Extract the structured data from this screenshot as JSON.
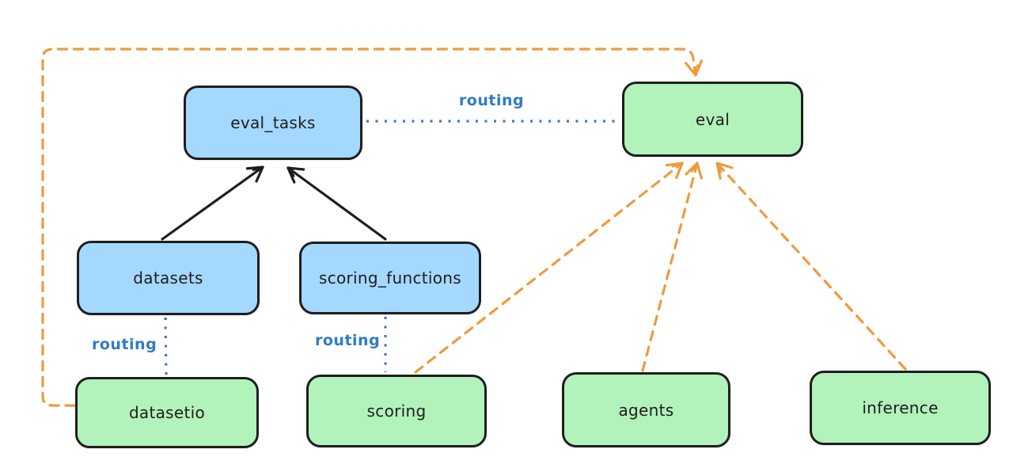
{
  "diagram": {
    "background": "#ffffff",
    "colors": {
      "node_border": "#1e1e1e",
      "blue_node_fill": "#a5d8ff",
      "green_node_fill": "#b2f2bb",
      "routing_blue": "#2f7cc3",
      "dotted_line_blue": "#4176c5",
      "dashed_line_orange": "#ee9b3d",
      "solid_line_black": "#1e1e1e"
    },
    "nodes": [
      {
        "id": "eval_tasks",
        "label": "eval_tasks",
        "color": "blue"
      },
      {
        "id": "eval",
        "label": "eval",
        "color": "green"
      },
      {
        "id": "datasets",
        "label": "datasets",
        "color": "blue"
      },
      {
        "id": "scoring_functions",
        "label": "scoring_functions",
        "color": "blue"
      },
      {
        "id": "datasetio",
        "label": "datasetio",
        "color": "green"
      },
      {
        "id": "scoring",
        "label": "scoring",
        "color": "green"
      },
      {
        "id": "agents",
        "label": "agents",
        "color": "green"
      },
      {
        "id": "inference",
        "label": "inference",
        "color": "green"
      }
    ],
    "edges": [
      {
        "from": "datasets",
        "to": "eval_tasks",
        "style": "solid",
        "color": "black",
        "arrow": "to",
        "label": ""
      },
      {
        "from": "scoring_functions",
        "to": "eval_tasks",
        "style": "solid",
        "color": "black",
        "arrow": "to",
        "label": ""
      },
      {
        "from": "eval_tasks",
        "to": "eval",
        "style": "dotted",
        "color": "blue",
        "arrow": "none",
        "label": "routing"
      },
      {
        "from": "datasets",
        "to": "datasetio",
        "style": "dotted",
        "color": "blue",
        "arrow": "none",
        "label": "routing"
      },
      {
        "from": "scoring_functions",
        "to": "scoring",
        "style": "dotted",
        "color": "blue",
        "arrow": "none",
        "label": "routing"
      },
      {
        "from": "datasetio",
        "to": "eval",
        "style": "dashed",
        "color": "orange",
        "arrow": "to",
        "label": "",
        "route": "loop-left-top"
      },
      {
        "from": "scoring",
        "to": "eval",
        "style": "dashed",
        "color": "orange",
        "arrow": "to",
        "label": ""
      },
      {
        "from": "agents",
        "to": "eval",
        "style": "dashed",
        "color": "orange",
        "arrow": "to",
        "label": ""
      },
      {
        "from": "inference",
        "to": "eval",
        "style": "dashed",
        "color": "orange",
        "arrow": "to",
        "label": ""
      }
    ]
  }
}
